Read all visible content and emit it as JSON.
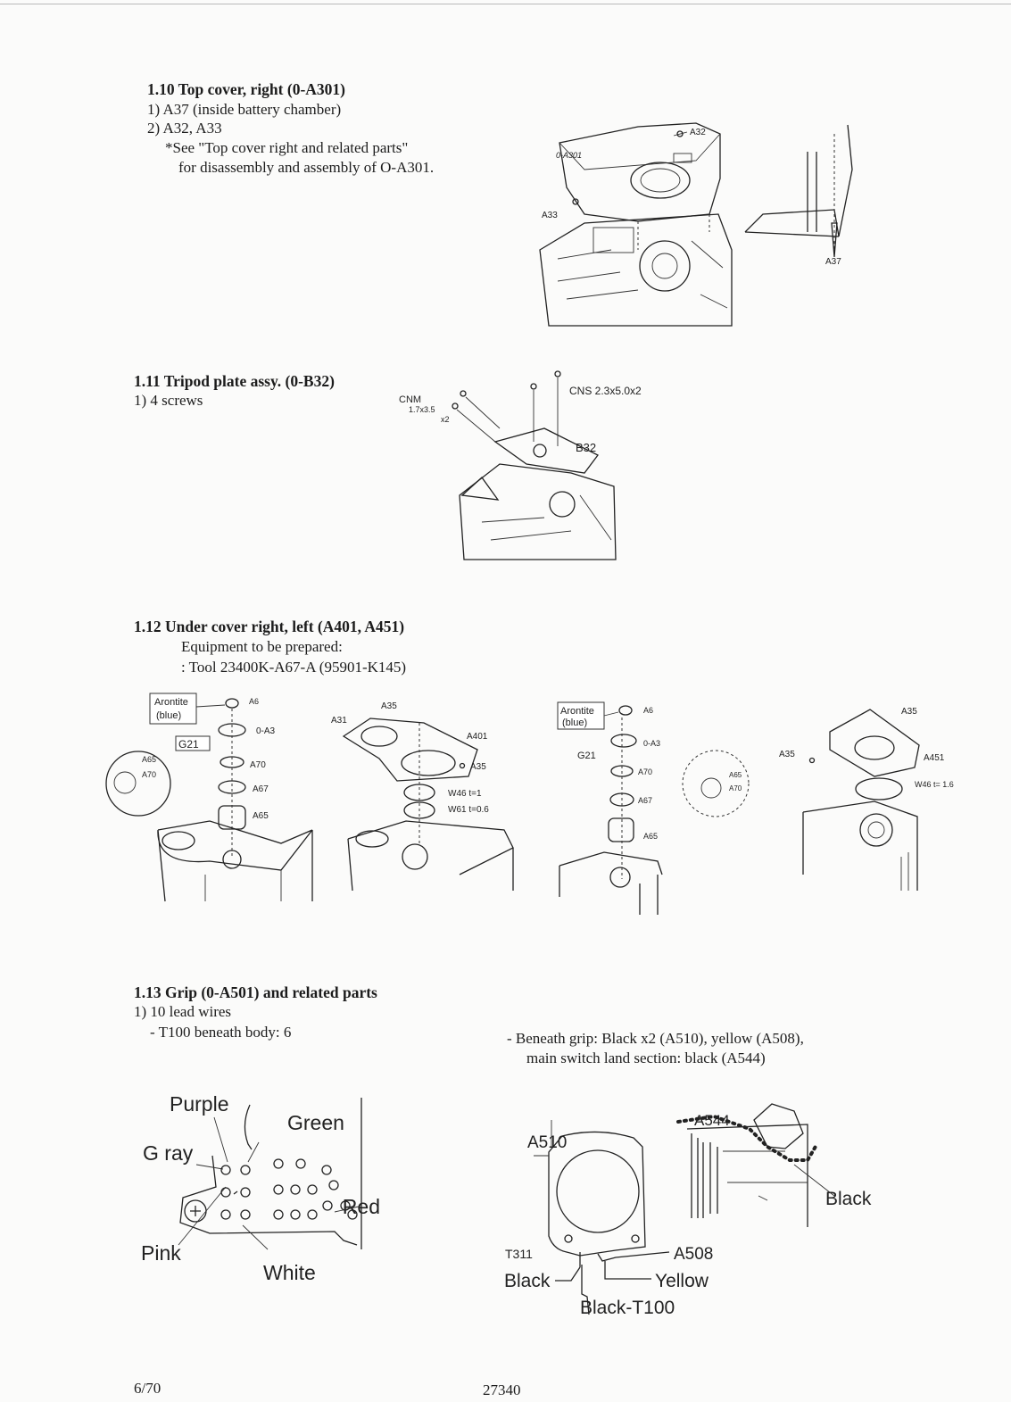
{
  "s110": {
    "heading": "1.10  Top cover, right (0-A301)",
    "lines": [
      "1) A37 (inside battery chamber)",
      "2) A32, A33",
      "*See \"Top cover right and related parts\"",
      "for disassembly and assembly of O-A301."
    ],
    "fig": {
      "part": "0-A301",
      "a32": "A32",
      "a33": "A33",
      "a37": "A37"
    }
  },
  "s111": {
    "heading": "1.11  Tripod plate assy. (0-B32)",
    "lines": [
      "1) 4 screws"
    ],
    "fig": {
      "cnm": "CNM",
      "cnm_size": "1.7x3.5",
      "cnm_qty": "x2",
      "cns": "CNS 2.3x5.0x2",
      "b32": "B32"
    }
  },
  "s112": {
    "heading": "1.12  Under cover right, left (A401, A451)",
    "lines": [
      "Equipment to be prepared:",
      ": Tool 23400K-A67-A (95901-K145)"
    ],
    "fig1": {
      "arontite": "Arontite",
      "blue": "(blue)",
      "a6": "A6",
      "oa3": "0-A3",
      "g21": "G21",
      "a65": "A65",
      "a70": "A70",
      "a67": "A67",
      "a65b": "A65"
    },
    "fig2": {
      "a35": "A35",
      "a31": "A31",
      "a401": "A401",
      "a35b": "A35",
      "w46": "W46  t=1",
      "w61": "W61 t=0.6"
    },
    "fig3": {
      "arontite": "Arontite",
      "blue": "(blue)",
      "a6": "A6",
      "oa3": "0-A3",
      "g21": "G21",
      "a70": "A70",
      "a67": "A67",
      "a65": "A65",
      "a65c": "A65",
      "a70c": "A70"
    },
    "fig4": {
      "a35": "A35",
      "a35b": "A35",
      "a451": "A451",
      "w46": "W46  t= 1.6"
    }
  },
  "s113": {
    "heading": "1.13  Grip (0-A501) and related parts",
    "lines": [
      "1) 10 lead wires",
      "- T100 beneath body: 6"
    ],
    "right_lines": [
      "- Beneath grip: Black x2 (A510), yellow (A508),",
      "main switch land section: black (A544)"
    ],
    "left_fig": {
      "purple": "Purple",
      "green": "Green",
      "gray": "G ray",
      "red": "Red",
      "pink": "Pink",
      "white": "White"
    },
    "right_fig": {
      "a510": "A510",
      "a544": "A544",
      "black": "Black",
      "t311": "T311",
      "black2": "Black",
      "a508": "A508",
      "yellow": "Yellow",
      "black_t100": "Black-T100"
    }
  },
  "footer": {
    "page": "6/70",
    "code": "27340"
  }
}
